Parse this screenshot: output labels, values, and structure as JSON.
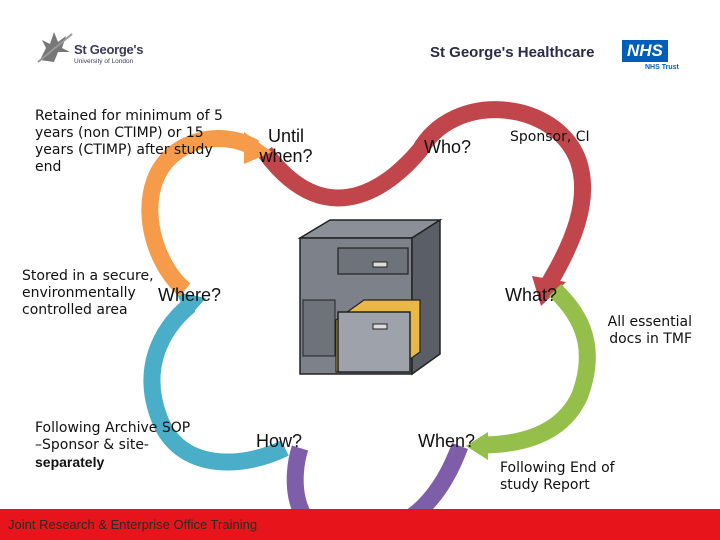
{
  "logos": {
    "university_name": "St George's",
    "university_sub": "University of London",
    "trust_name": "St George's Healthcare",
    "nhs_badge": "NHS",
    "nhs_trust_label": "NHS Trust"
  },
  "questions": {
    "who": "Who?",
    "what": "What?",
    "when": "When?",
    "how": "How?",
    "where": "Where?",
    "until_when": "Until when?"
  },
  "answers": {
    "who": "Sponsor, CI",
    "what": "All essential docs in TMF",
    "when": "Following End of study Report",
    "how_line1": "Following Archive SOP",
    "how_line2": "–Sponsor & site-",
    "how_line3": "separately",
    "where": "Stored in a secure, environmentally controlled area",
    "until_when": "Retained for minimum of 5 years (non CTIMP) or 15 years (CTIMP) after study end"
  },
  "footer": {
    "text": "Joint Research & Enterprise Office Training"
  },
  "colors": {
    "arrow_red": "#c0464b",
    "arrow_green": "#94bf4a",
    "arrow_purple": "#7e5ea8",
    "arrow_blue": "#4aaec8",
    "arrow_orange": "#f59b4a",
    "footer_red": "#e8141b",
    "nhs_blue": "#005eb8"
  },
  "icons": {
    "cabinet": "filing-cabinet-icon",
    "crest": "st-georges-crest-icon"
  }
}
